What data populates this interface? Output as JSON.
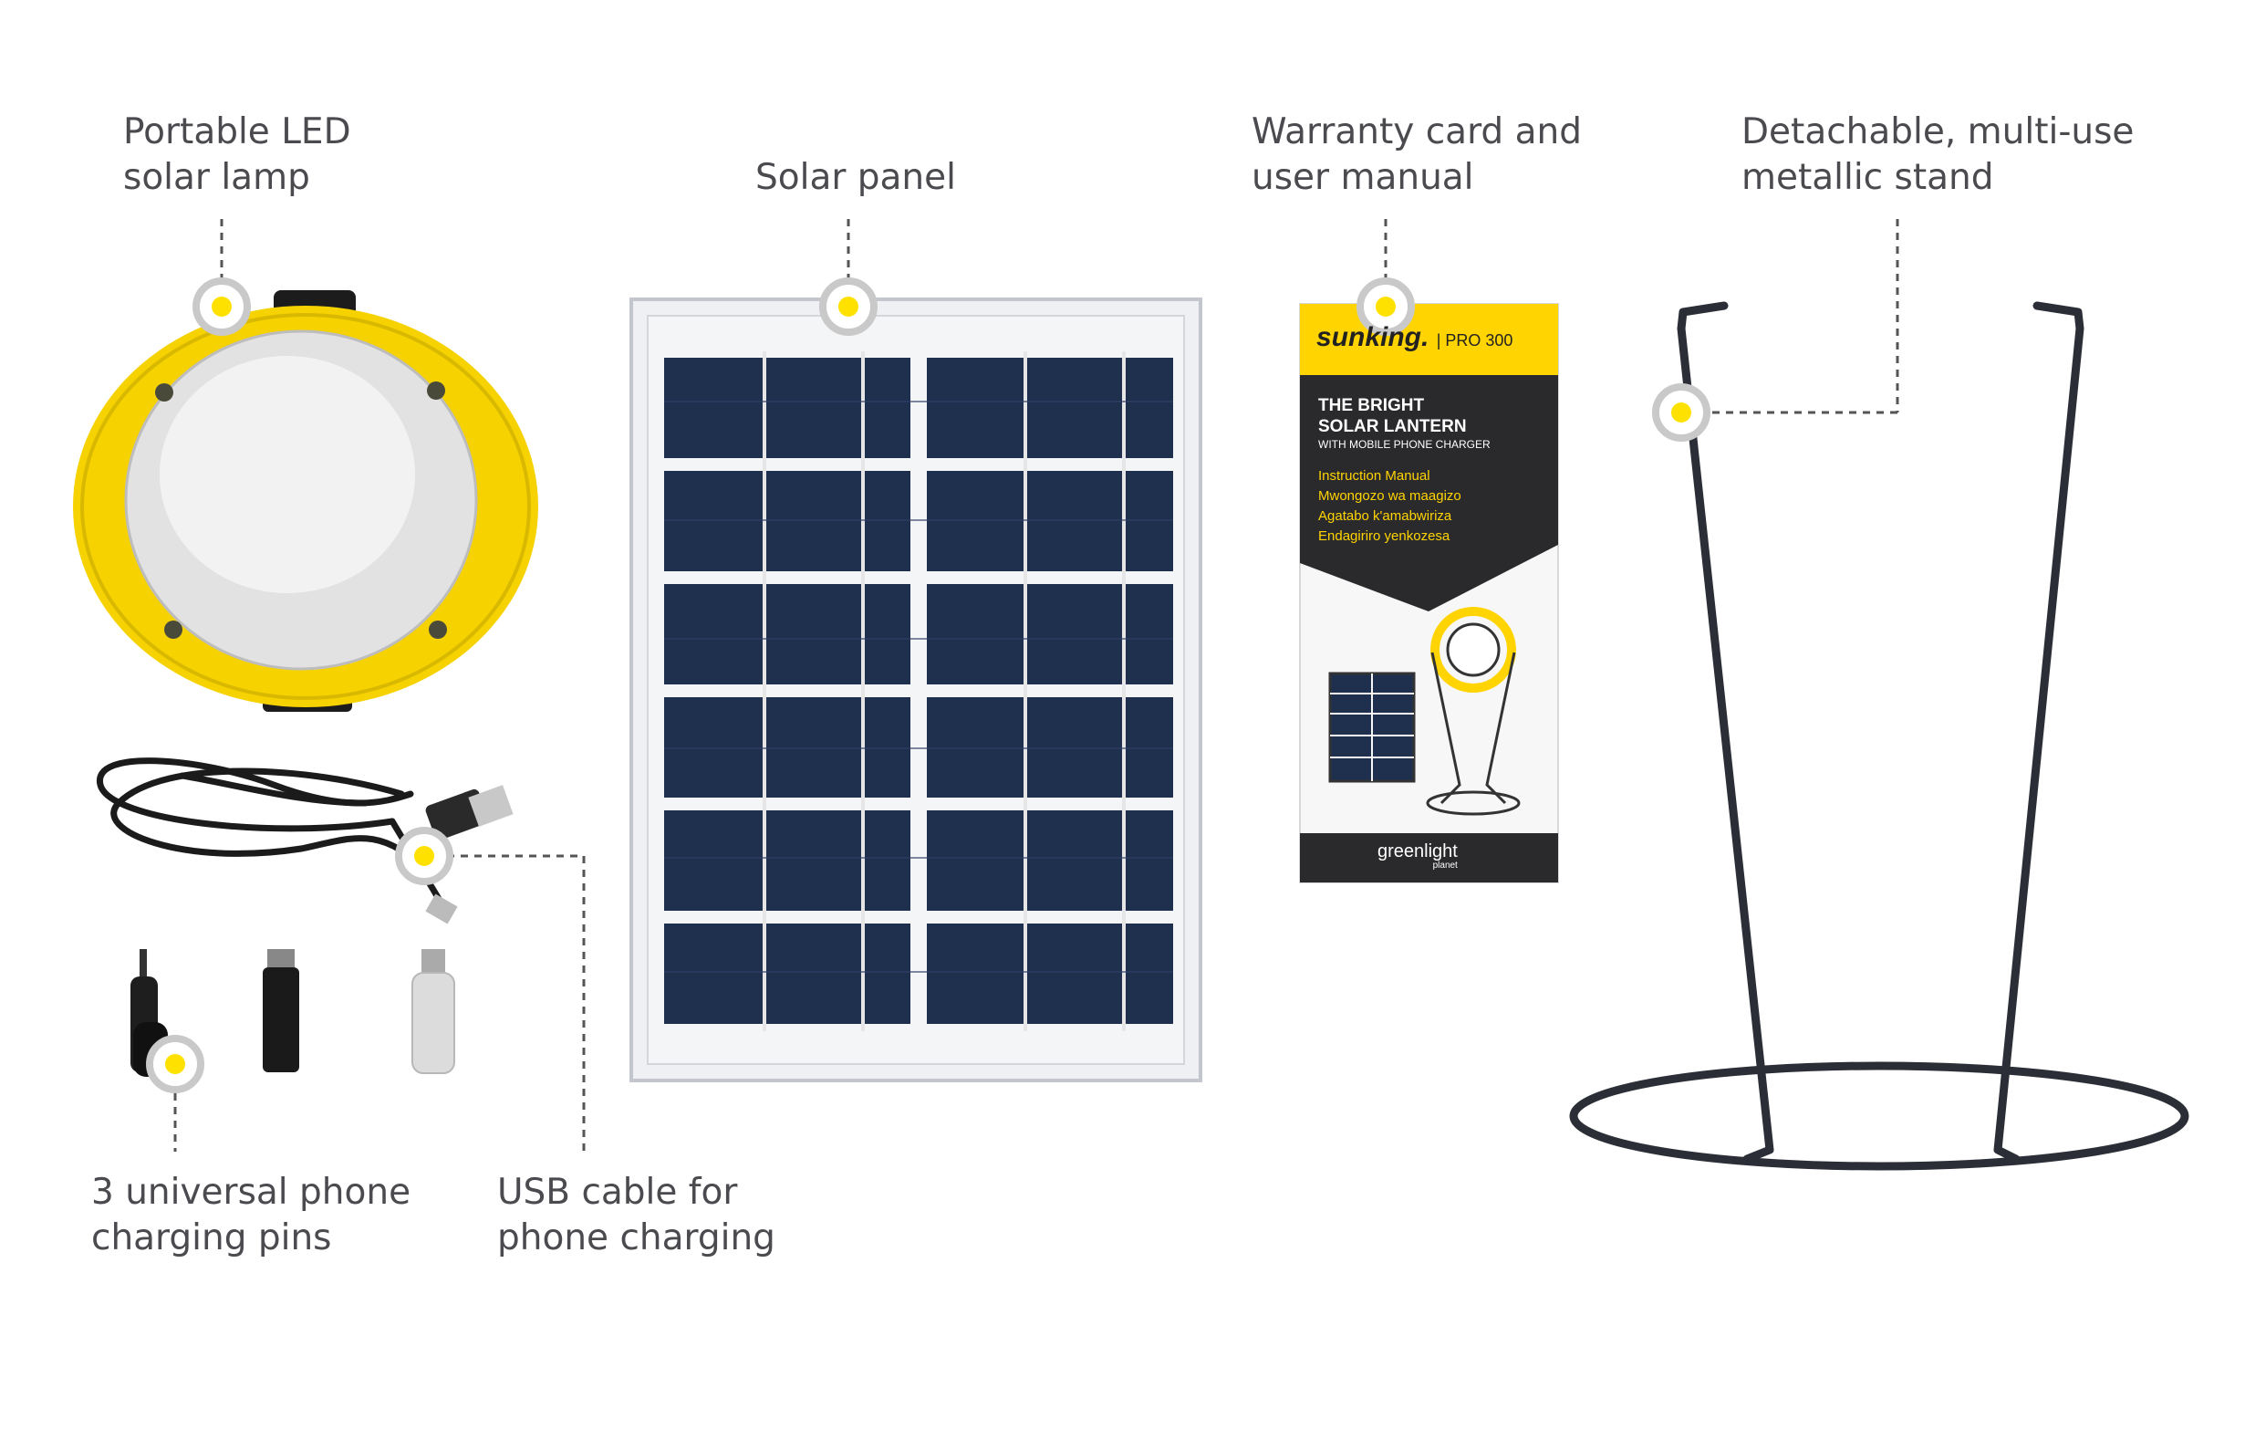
{
  "callouts": {
    "lamp": {
      "line1": "Portable LED",
      "line2": "solar lamp",
      "icon": "lamp-marker-icon"
    },
    "panel": {
      "line1": "Solar panel"
    },
    "manual": {
      "line1": "Warranty card and",
      "line2": "user manual"
    },
    "stand": {
      "line1": "Detachable, multi-use",
      "line2": "metallic stand"
    },
    "pins": {
      "line1": "3 universal phone",
      "line2": "charging pins"
    },
    "usb": {
      "line1": "USB cable for",
      "line2": "phone charging"
    }
  },
  "manual_card": {
    "brand": "sunking.",
    "model": "| PRO 300",
    "title1": "THE BRIGHT",
    "title2": "SOLAR LANTERN",
    "subtitle": "WITH MOBILE PHONE CHARGER",
    "languages": [
      "Instruction Manual",
      "Mwongozo wa maagizo",
      "Agatabo k'amabwiriza",
      "Endagiriro yenkozesa"
    ],
    "footer_brand": "greenlight",
    "footer_sub": "planet"
  },
  "colors": {
    "text": "#4a4a4f",
    "accent_yellow": "#ffe100",
    "lamp_yellow": "#f5d200",
    "panel_cell": "#1f2f4e",
    "card_dark": "#2a2a2c"
  }
}
